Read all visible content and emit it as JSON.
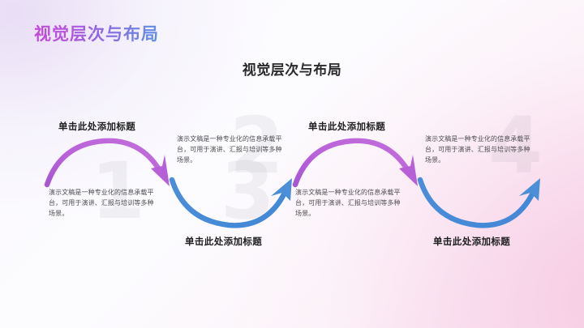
{
  "slide": {
    "header_title": "视觉层次与布局",
    "main_title": "视觉层次与布局",
    "background": {
      "base": "#fbfaff",
      "accent_pink": "#f7c9e2",
      "accent_lavender": "#e5d8f3"
    },
    "header_gradient": {
      "from": "#c34ad9",
      "to": "#5e90e2"
    },
    "steps": [
      {
        "number": "1",
        "heading": "单击此处添加标题",
        "body": "演示文稿是一种专业化的信息承载平台，可用于演讲、汇报与培训等多种场景。",
        "arrow_color": "#b75fd6",
        "arrow_direction": "down-right"
      },
      {
        "number": "2",
        "heading": "单击此处添加标题",
        "body": "演示文稿是一种专业化的信息承载平台，可用于演讲、汇报与培训等多种场景。",
        "arrow_color": "#4a8fd8",
        "arrow_direction": "up-right"
      },
      {
        "number": "3",
        "heading": "单击此处添加标题",
        "body": "演示文稿是一种专业化的信息承载平台，可用于演讲、汇报与培训等多种场景。",
        "arrow_color": "#b75fd6",
        "arrow_direction": "down-right"
      },
      {
        "number": "4",
        "heading": "单击此处添加标题",
        "body": "演示文稿是一种专业化的信息承载平台，可用于演讲、汇报与培训等多种场景。",
        "arrow_color": "#4a8fd8",
        "arrow_direction": "up-right"
      }
    ]
  }
}
